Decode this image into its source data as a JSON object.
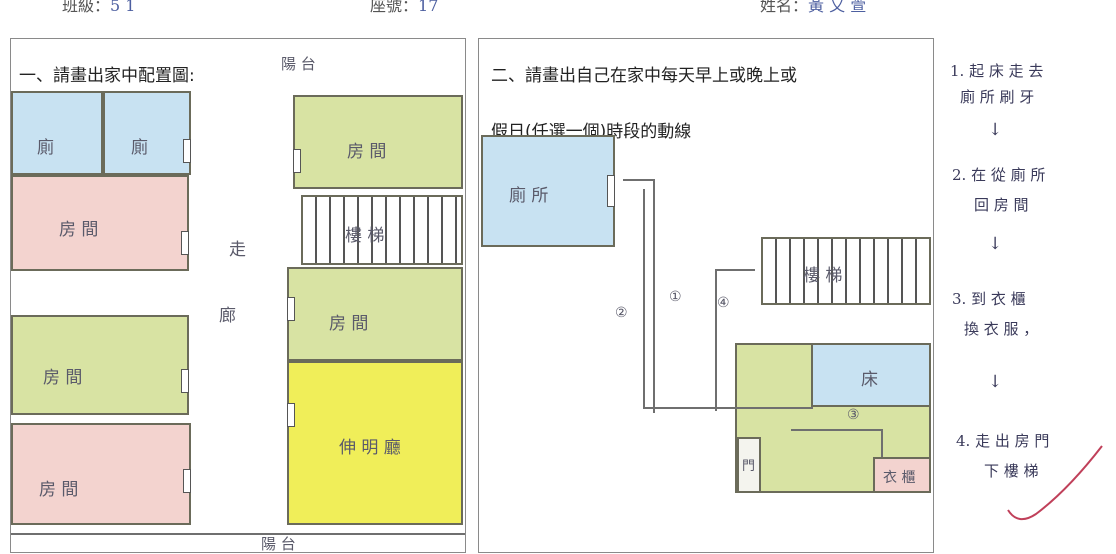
{
  "header": {
    "class_label": "班級：",
    "class_value": "5 1",
    "seat_label": "座號：",
    "seat_value": "17",
    "name_label": "姓名：",
    "name_value": "黃 又 萱"
  },
  "panel1": {
    "title": "一、請畫出家中配置圖:",
    "top_note": "陽 台",
    "bottom_note": "陽 台",
    "corridor_label_1": "走",
    "corridor_label_2": "廊",
    "rooms": {
      "bath_left": "廁",
      "bath_right": "廁",
      "room_left_1": "房 間",
      "room_left_2": "房 間",
      "room_left_3": "房 間",
      "room_right_1": "房 間",
      "room_right_2": "房 間",
      "stairs": "樓 梯",
      "living": "伸 明 廳"
    }
  },
  "panel2": {
    "title_line1": "二、請畫出自己在家中每天早上或晚上或",
    "title_line2": "假日(任選一個)時段的動線",
    "bathroom": "廁 所",
    "stairs": "樓 梯",
    "bed": "床",
    "door": "門",
    "wardrobe": "衣 櫃",
    "markers": [
      "①",
      "②",
      "③",
      "④"
    ]
  },
  "steps": [
    "1. 起 床 走 去",
    "廁 所 刷 牙",
    "↓",
    "2. 在 從 廁 所",
    "回 房 間",
    "↓",
    "3. 到 衣 櫃",
    "換 衣 服 ，",
    "↓",
    "4. 走 出 房 門",
    "下 樓 梯"
  ]
}
